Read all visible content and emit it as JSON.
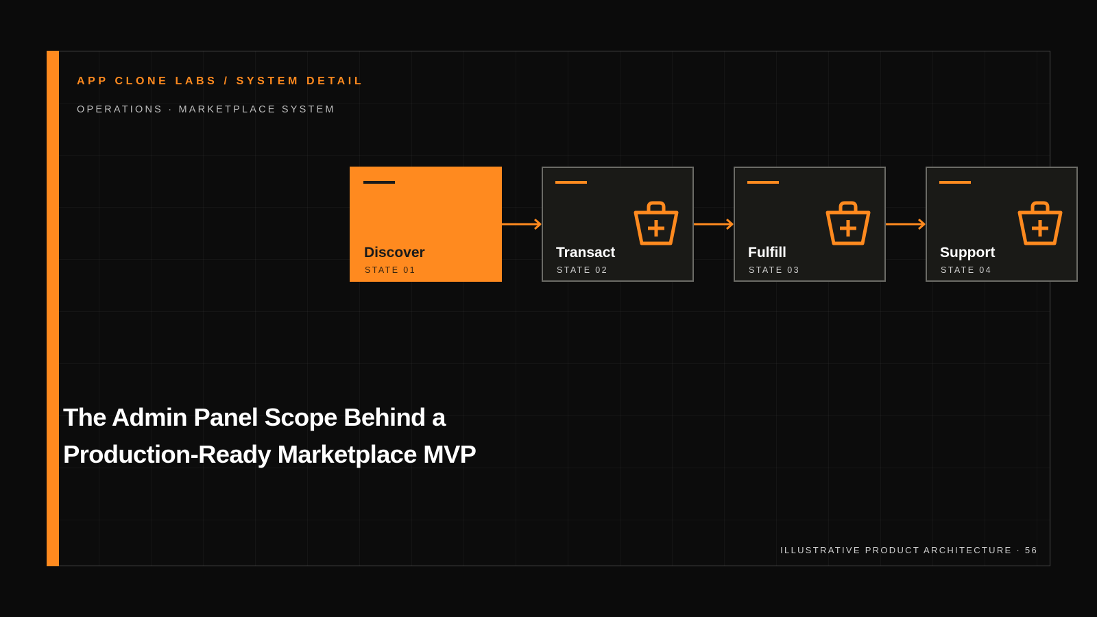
{
  "header": {
    "eyebrow": "APP CLONE LABS / SYSTEM DETAIL",
    "subhead": "OPERATIONS · MARKETPLACE SYSTEM"
  },
  "headline": {
    "line1": "The Admin Panel Scope Behind a",
    "line2": "Production-Ready Marketplace MVP"
  },
  "flow": {
    "nodes": [
      {
        "label": "Discover",
        "state": "STATE 01",
        "active": true
      },
      {
        "label": "Transact",
        "state": "STATE 02",
        "icon": "shopping-basket-plus-icon"
      },
      {
        "label": "Fulfill",
        "state": "STATE 03",
        "icon": "shopping-basket-plus-icon"
      },
      {
        "label": "Support",
        "state": "STATE 04",
        "icon": "shopping-basket-plus-icon"
      }
    ]
  },
  "footer": {
    "caption": "ILLUSTRATIVE PRODUCT ARCHITECTURE · 56"
  },
  "colors": {
    "accent": "#ff8a1f",
    "background": "#0b0b0b",
    "node_fill": "#1a1a17",
    "node_border": "#6b6b66"
  }
}
